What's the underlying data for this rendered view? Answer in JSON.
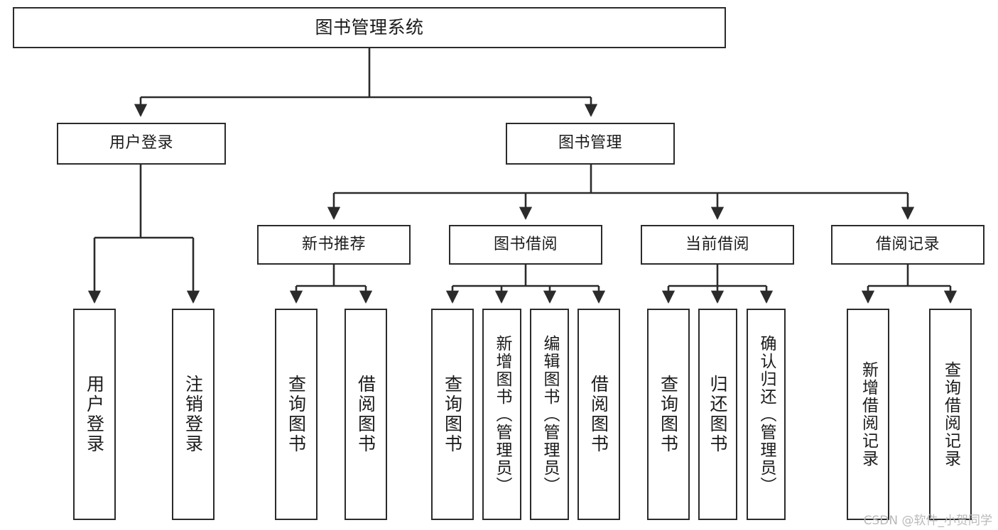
{
  "diagram": {
    "title": "图书管理系统",
    "type": "tree",
    "watermark": "CSDN @软件_小贺同学",
    "colors": {
      "box_border": "#2b2b2b",
      "box_fill": "#ffffff",
      "connector": "#2b2b2b",
      "text": "#1b1b1b",
      "watermark": "#b9b9b9",
      "background": "#ffffff"
    },
    "nodes": {
      "root": "图书管理系统",
      "user_login": "用户登录",
      "book_manage": "图书管理",
      "new_book_rec": "新书推荐",
      "book_borrow": "图书借阅",
      "current_borrow": "当前借阅",
      "borrow_record": "借阅记录",
      "leaf_user_login": "用户登录",
      "leaf_user_logout": "注销登录",
      "leaf_query_book_1": "查询图书",
      "leaf_borrow_book_1": "借阅图书",
      "leaf_query_book_2": "查询图书",
      "leaf_add_book": "新增图书（管理员）",
      "leaf_edit_book": "编辑图书（管理员）",
      "leaf_borrow_book_2": "借阅图书",
      "leaf_query_book_3": "查询图书",
      "leaf_return_book": "归还图书",
      "leaf_confirm_return": "确认归还（管理员）",
      "leaf_add_record": "新增借阅记录",
      "leaf_query_record": "查询借阅记录"
    }
  }
}
